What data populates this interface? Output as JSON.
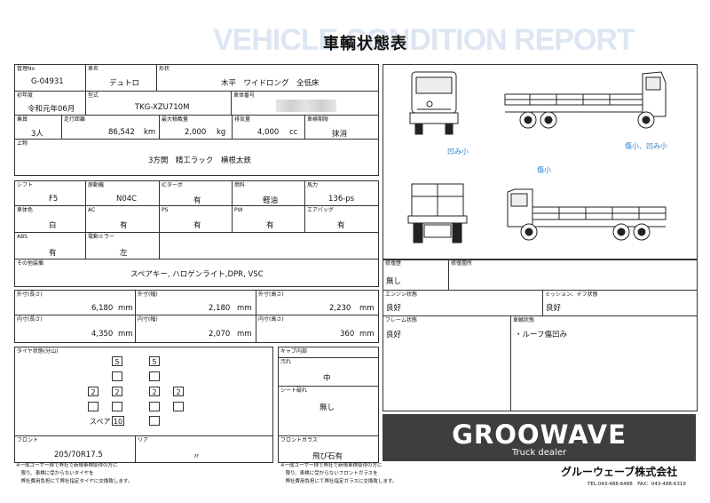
{
  "header": {
    "watermark": "VEHICLE CONDITION REPORT",
    "title": "車輌状態表"
  },
  "row1": {
    "mgmt_no_label": "管理No",
    "mgmt_no": "G-04931",
    "car_name_label": "車名",
    "car_name": "デュトロ",
    "shape_label": "形状",
    "shape": "木平　ワイドロング　全低床"
  },
  "row2": {
    "first_reg_label": "初年度",
    "first_reg": "令和元年06月",
    "model_label": "型式",
    "model": "TKG-XZU710M",
    "chassis_label": "車体番号"
  },
  "row3": {
    "capacity_label": "乗員",
    "capacity": "3人",
    "mileage_label": "走行距離",
    "mileage": "86,542",
    "mileage_unit": "km",
    "max_load_label": "最大積載量",
    "max_load": "2,000",
    "max_load_unit": "kg",
    "displacement_label": "排気量",
    "displacement": "4,000",
    "displacement_unit": "cc",
    "inspection_label": "車検期限",
    "inspection": "抹消"
  },
  "equipment": {
    "label": "上物",
    "value": "3方開　精工ラック　横根太鉄"
  },
  "specs1": {
    "shift_label": "シフト",
    "shift": "F5",
    "engine_label": "原動機",
    "engine": "N04C",
    "ic_turbo_label": "ICターボ",
    "ic_turbo": "有",
    "fuel_label": "燃料",
    "fuel": "軽油",
    "hp_label": "馬力",
    "hp": "136-ps"
  },
  "specs2": {
    "color_label": "車体色",
    "color": "白",
    "ac_label": "AC",
    "ac": "有",
    "ps_label": "PS",
    "ps": "有",
    "pw_label": "PW",
    "pw": "有",
    "airbag_label": "エアバッグ",
    "airbag": "有"
  },
  "specs3": {
    "abs_label": "ABS",
    "abs": "有",
    "mirror_label": "電動ミラー",
    "mirror": "左"
  },
  "other": {
    "label": "その他装備",
    "value": "スペアキー, ハロゲンライト,DPR, VSC"
  },
  "dims": {
    "ext_len_label": "外寸(長さ)",
    "ext_len": "6,180",
    "ext_wid_label": "外寸(幅)",
    "ext_wid": "2,180",
    "ext_hgt_label": "外寸(高さ)",
    "ext_hgt": "2,230",
    "int_len_label": "内寸(長さ)",
    "int_len": "4,350",
    "int_wid_label": "内寸(幅)",
    "int_wid": "2,070",
    "int_hgt_label": "内寸(高さ)",
    "int_hgt": "360",
    "unit": "mm"
  },
  "tires": {
    "label": "タイヤ状態(分山)",
    "front_left": "5",
    "front_right": "5",
    "rear_outer_left": "2",
    "rear_inner_left": "2",
    "rear_inner_right": "2",
    "rear_outer_right": "2",
    "spare_label": "スペア",
    "spare": "10",
    "front_size_label": "フロント",
    "front_size": "205/70R17.5",
    "rear_size_label": "リア",
    "rear_size": "〃"
  },
  "cab": {
    "label": "キャブ内部",
    "dirt_label": "汚れ",
    "dirt": "中",
    "seat_label": "シート破れ",
    "seat": "無し",
    "windshield_label": "フロントガラス",
    "windshield": "飛び石有"
  },
  "damage_marks": {
    "front": "凹み小",
    "side_right": "傷小、凹み小",
    "side_left": "傷小"
  },
  "history": {
    "repair_label": "修復歴",
    "repair": "無し",
    "repair_part_label": "修復箇所",
    "repair_part": "",
    "engine_label": "エンジン状態",
    "engine": "良好",
    "mission_label": "ミッション、デフ状態",
    "mission": "良好",
    "frame_label": "フレーム状態",
    "frame": "良好",
    "body_label": "車輌状態",
    "body": "・ルーフ傷凹み"
  },
  "notes": {
    "left": [
      "※一般ユーザー様で弊社で新規車検取得の方に",
      "　限り、車検に受からないタイヤを",
      "　弊社費用負担にて弊社指定タイヤに交換致します。"
    ],
    "right": [
      "※一般ユーザー様で弊社で新規車検取得の方に",
      "　限り、車検に受からないフロントガラスを",
      "　弊社費用負担にて弊社指定ガラスに交換致します。"
    ]
  },
  "company": {
    "logo": "GROOWAVE",
    "tagline": "Truck dealer",
    "name": "グルーウェーブ株式会社",
    "contact": "TEL:043-488-6488　FAX：043-488-6319"
  },
  "colors": {
    "accent_blue": "#2f7fcc",
    "logo_bg": "#3e3e3e",
    "watermark": "#dde6f2"
  }
}
